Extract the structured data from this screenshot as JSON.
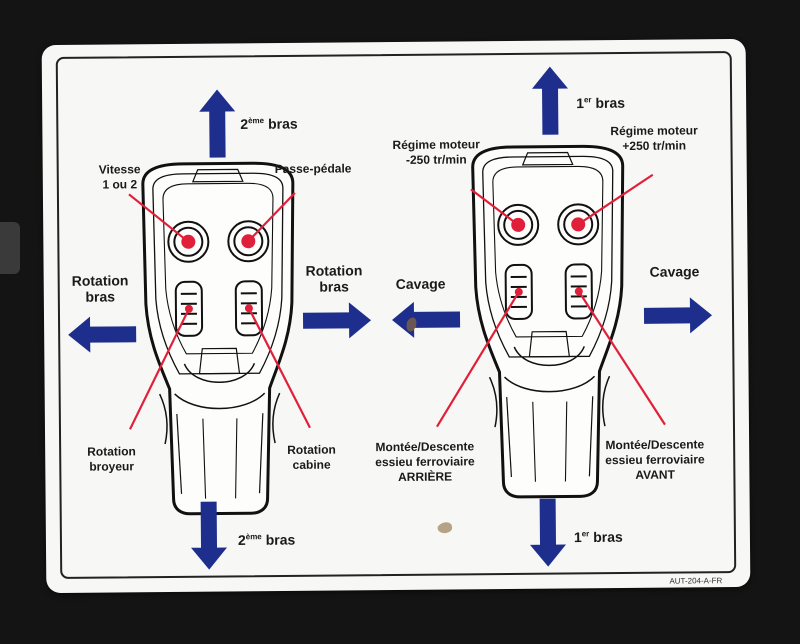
{
  "colors": {
    "arrow": "#1e2e8c",
    "pointer": "#e0203a",
    "placard": "#f7f7f5",
    "background": "#141414"
  },
  "left": {
    "top_arrow_ordinal": "2",
    "top_arrow_sup": "ème",
    "top_arrow_word": "bras",
    "vitesse_line1": "Vitesse",
    "vitesse_line2": "1 ou 2",
    "passe_pedale": "Passe-pédale",
    "rotation_bras_left_1": "Rotation",
    "rotation_bras_left_2": "bras",
    "rotation_bras_right_1": "Rotation",
    "rotation_bras_right_2": "bras",
    "rotation_broyeur_1": "Rotation",
    "rotation_broyeur_2": "broyeur",
    "rotation_cabine_1": "Rotation",
    "rotation_cabine_2": "cabine",
    "bottom_arrow_ordinal": "2",
    "bottom_arrow_sup": "ème",
    "bottom_arrow_word": "bras"
  },
  "right": {
    "top_arrow_ordinal": "1",
    "top_arrow_sup": "er",
    "top_arrow_word": "bras",
    "regime_minus_1": "Régime moteur",
    "regime_minus_2": "-250 tr/min",
    "regime_plus_1": "Régime moteur",
    "regime_plus_2": "+250 tr/min",
    "cavage_left": "Cavage",
    "cavage_right": "Cavage",
    "arriere_1": "Montée/Descente",
    "arriere_2": "essieu ferroviaire",
    "arriere_3": "ARRIÈRE",
    "avant_1": "Montée/Descente",
    "avant_2": "essieu ferroviaire",
    "avant_3": "AVANT",
    "bottom_arrow_ordinal": "1",
    "bottom_arrow_sup": "er",
    "bottom_arrow_word": "bras"
  },
  "code": "AUT-204-A-FR"
}
